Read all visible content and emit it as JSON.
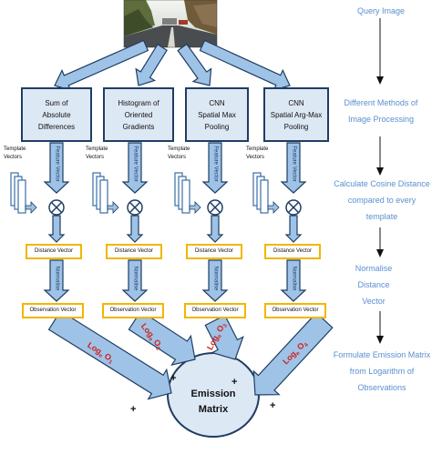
{
  "steps": [
    {
      "id": "query",
      "text": "Query Image"
    },
    {
      "id": "processing",
      "text": "Different Methods of Image Processing"
    },
    {
      "id": "cosine",
      "text": "Calculate Cosine Distance compared to every template"
    },
    {
      "id": "normalise",
      "text": "Normalise Distance Vector"
    },
    {
      "id": "formulate",
      "text": "Formulate Emission Matrix from Logarithm of Observations"
    }
  ],
  "methods": [
    {
      "label": "Sum of\nAbsolute\nDifferences",
      "logterm": "Log",
      "base": "e",
      "obs": "O",
      "sub": "1"
    },
    {
      "label": "Histogram of\nOriented\nGradients",
      "logterm": "Log",
      "base": "e",
      "obs": "O",
      "sub": "2"
    },
    {
      "label": "CNN\nSpatial Max\nPooling",
      "logterm": "Log",
      "base": "e",
      "obs": "O",
      "sub": "3"
    },
    {
      "label": "CNN\nSpatial Arg-Max\nPooling",
      "logterm": "Log",
      "base": "e",
      "obs": "O",
      "sub": "4"
    }
  ],
  "labels": {
    "feature_vector": "Feature Vector",
    "template_vectors": "Template\nVectors",
    "distance_vector": "Distance Vector",
    "normalise": "Normalise",
    "observation_vector": "Observation Vector",
    "plus": "+"
  },
  "emission": {
    "line1": "Emission",
    "line2": "Matrix"
  },
  "colors": {
    "arrow_fill": "#9fc3e7",
    "arrow_stroke": "#1f3d63",
    "label_blue": "#5b8fd0",
    "box_fill": "#dde8f5",
    "box_border": "#1f3d63",
    "yellow_border": "#f2b600",
    "log_red": "#d0201a"
  }
}
